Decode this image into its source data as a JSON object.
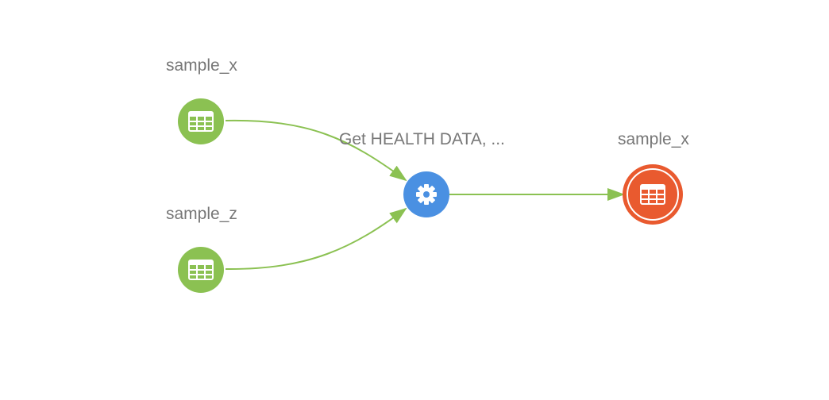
{
  "colors": {
    "source_node": "#8bc152",
    "process_node": "#4a90e2",
    "output_node": "#e95a2f",
    "edge": "#8bc152",
    "label": "#777777"
  },
  "nodes": {
    "source_1": {
      "label": "sample_x",
      "icon": "table-icon"
    },
    "source_2": {
      "label": "sample_z",
      "icon": "table-icon"
    },
    "process": {
      "label": "Get HEALTH DATA, ...",
      "icon": "gear-icon"
    },
    "output": {
      "label": "sample_x",
      "icon": "table-icon"
    }
  },
  "edges": [
    {
      "from": "source_1",
      "to": "process"
    },
    {
      "from": "source_2",
      "to": "process"
    },
    {
      "from": "process",
      "to": "output"
    }
  ]
}
